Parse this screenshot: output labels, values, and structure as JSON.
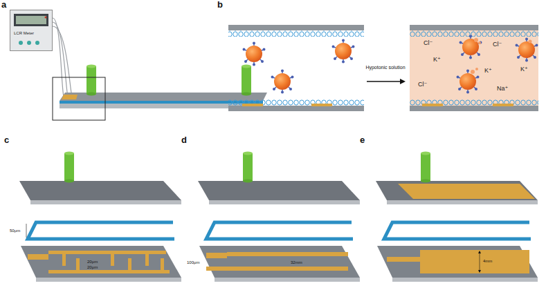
{
  "diagram": {
    "nodes": [
      {
        "text": [
          "LCR Meter"
        ]
      }
    ],
    "labels": [
      "a",
      "b",
      "Hypotonic solution",
      "Cl⁻",
      "K⁺",
      "Cl⁻",
      "Cl⁻",
      "K⁺",
      "Na⁺",
      "K⁺",
      "c",
      "d",
      "e",
      "50μm",
      "20μm",
      "20μm",
      "100μm",
      "32mm",
      "4mm"
    ]
  }
}
